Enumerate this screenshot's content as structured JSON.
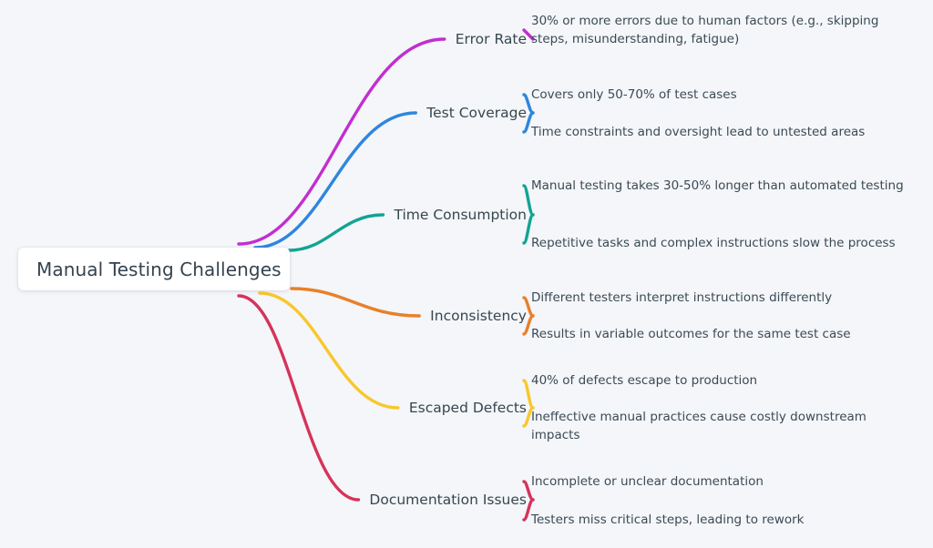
{
  "diagram": {
    "type": "mind-map",
    "background_color": "#f4f6f9",
    "root": {
      "label": "Manual Testing Challenges",
      "text_color": "#35434f",
      "box_color": "#ffffff"
    },
    "branches": [
      {
        "label": "Error Rate",
        "color": "#c22ed0",
        "leaves": [
          {
            "text": "30% or more errors due to human factors (e.g., skipping steps, misunderstanding, fatigue)"
          }
        ]
      },
      {
        "label": "Test Coverage",
        "color": "#2e86de",
        "leaves": [
          {
            "text": "Covers only 50-70% of test cases"
          },
          {
            "text": "Time constraints and oversight lead to untested areas"
          }
        ]
      },
      {
        "label": "Time Consumption",
        "color": "#13a394",
        "leaves": [
          {
            "text": "Manual testing takes 30-50% longer than automated testing"
          },
          {
            "text": "Repetitive tasks and complex instructions slow the process"
          }
        ]
      },
      {
        "label": "Inconsistency",
        "color": "#e8802a",
        "leaves": [
          {
            "text": "Different testers interpret instructions differently"
          },
          {
            "text": "Results in variable outcomes for the same test case"
          }
        ]
      },
      {
        "label": "Escaped Defects",
        "color": "#f8c72b",
        "leaves": [
          {
            "text": "40% of defects escape to production"
          },
          {
            "text": "Ineffective manual practices cause costly downstream impacts"
          }
        ]
      },
      {
        "label": "Documentation Issues",
        "color": "#d6335a",
        "leaves": [
          {
            "text": "Incomplete or unclear documentation"
          },
          {
            "text": "Testers miss critical steps, leading to rework"
          }
        ]
      }
    ]
  }
}
